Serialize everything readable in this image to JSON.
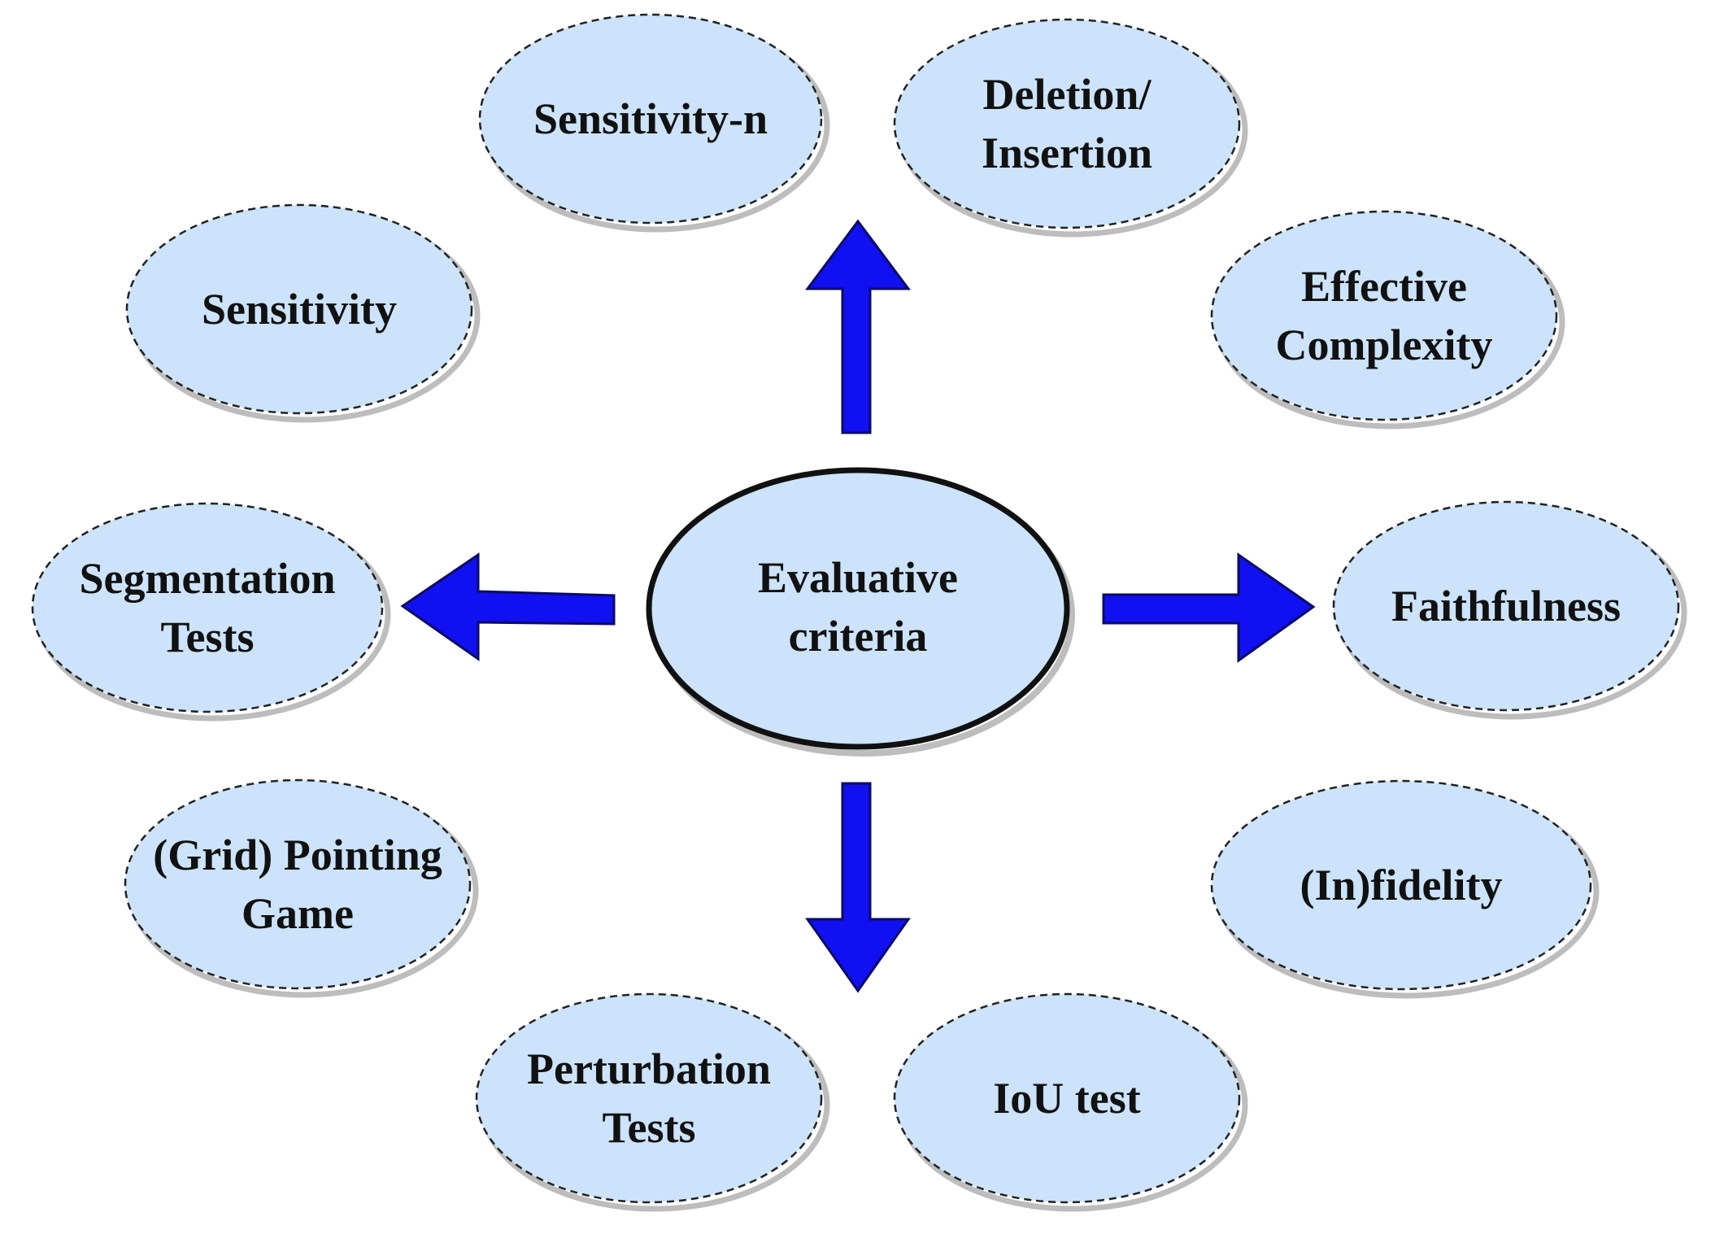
{
  "center": {
    "lines": [
      "Evaluative",
      "criteria"
    ]
  },
  "nodes": [
    {
      "id": "sensitivity-n",
      "lines": [
        "Sensitivity-n"
      ]
    },
    {
      "id": "deletion-insertion",
      "lines": [
        "Deletion/",
        "Insertion"
      ]
    },
    {
      "id": "sensitivity",
      "lines": [
        "Sensitivity"
      ]
    },
    {
      "id": "effective-complexity",
      "lines": [
        "Effective",
        "Complexity"
      ]
    },
    {
      "id": "segmentation-tests",
      "lines": [
        "Segmentation",
        "Tests"
      ]
    },
    {
      "id": "faithfulness",
      "lines": [
        "Faithfulness"
      ]
    },
    {
      "id": "grid-pointing-game",
      "lines": [
        "(Grid) Pointing",
        "Game"
      ]
    },
    {
      "id": "infidelity",
      "lines": [
        "(In)fidelity"
      ]
    },
    {
      "id": "perturbation-tests",
      "lines": [
        "Perturbation",
        "Tests"
      ]
    },
    {
      "id": "iou-test",
      "lines": [
        "IoU test"
      ]
    }
  ],
  "colors": {
    "node_fill": "#cce3fb",
    "node_stroke": "#222222",
    "arrow_fill": "#1010f0",
    "arrow_stroke": "#0b0b66",
    "shadow": "#bdbdbd"
  }
}
